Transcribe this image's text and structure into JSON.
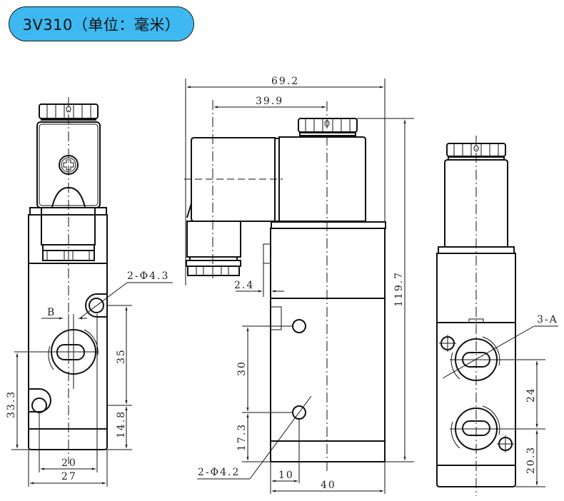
{
  "title": {
    "label": "3V310（单位：毫米）",
    "background": "#3db8f0"
  },
  "views": {
    "front": {
      "callout_hole": "2-Φ4.3",
      "label_b": "B",
      "dim_35": "35",
      "dim_33_3": "33.3",
      "dim_14_8": "14.8",
      "dim_20": "20",
      "dim_27": "27"
    },
    "side": {
      "dim_69_2": "69.2",
      "dim_39_9": "39.9",
      "dim_2_4": "2.4",
      "dim_119_7": "119.7",
      "dim_30": "30",
      "dim_17_3": "17.3",
      "callout_hole": "2-Φ4.2",
      "dim_10": "10",
      "dim_40": "40"
    },
    "rear": {
      "callout_port": "3-A",
      "dim_24": "24",
      "dim_20_3": "20.3"
    }
  }
}
